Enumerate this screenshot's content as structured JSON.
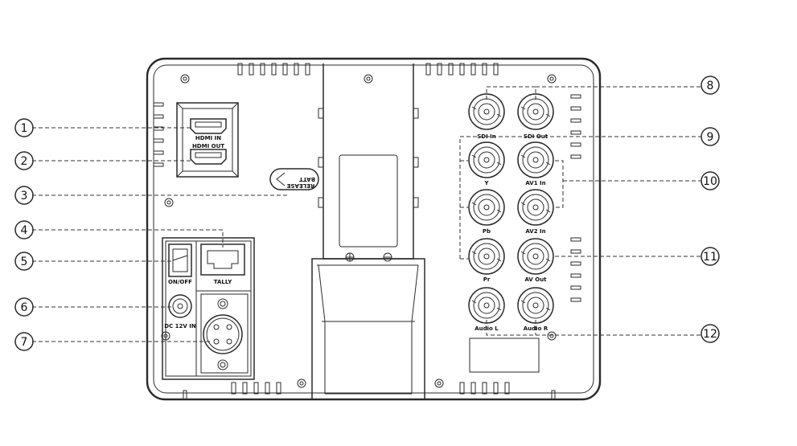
{
  "callouts": [
    {
      "id": 1,
      "text": "1"
    },
    {
      "id": 2,
      "text": "2"
    },
    {
      "id": 3,
      "text": "3"
    },
    {
      "id": 4,
      "text": "4"
    },
    {
      "id": 5,
      "text": "5"
    },
    {
      "id": 6,
      "text": "6"
    },
    {
      "id": 7,
      "text": "7"
    },
    {
      "id": 8,
      "text": "8"
    },
    {
      "id": 9,
      "text": "9"
    },
    {
      "id": 10,
      "text": "10"
    },
    {
      "id": 11,
      "text": "11"
    },
    {
      "id": 12,
      "text": "12"
    }
  ],
  "labels": {
    "hdmi_in": "HDMI IN",
    "hdmi_out": "HDMI OUT",
    "batt_release_line1": "BATT",
    "batt_release_line2": "RELEASE",
    "on_off": "ON/OFF",
    "tally": "TALLY",
    "dc_in": "DC 12V IN",
    "sdi_in": "SDI In",
    "sdi_out": "SDI Out",
    "y": "Y",
    "av1_in": "AV1 In",
    "pb": "Pb",
    "av2_in": "AV2 In",
    "pr": "Pr",
    "av_out": "AV Out",
    "audio_l": "Audio L",
    "audio_r": "Audio R"
  }
}
